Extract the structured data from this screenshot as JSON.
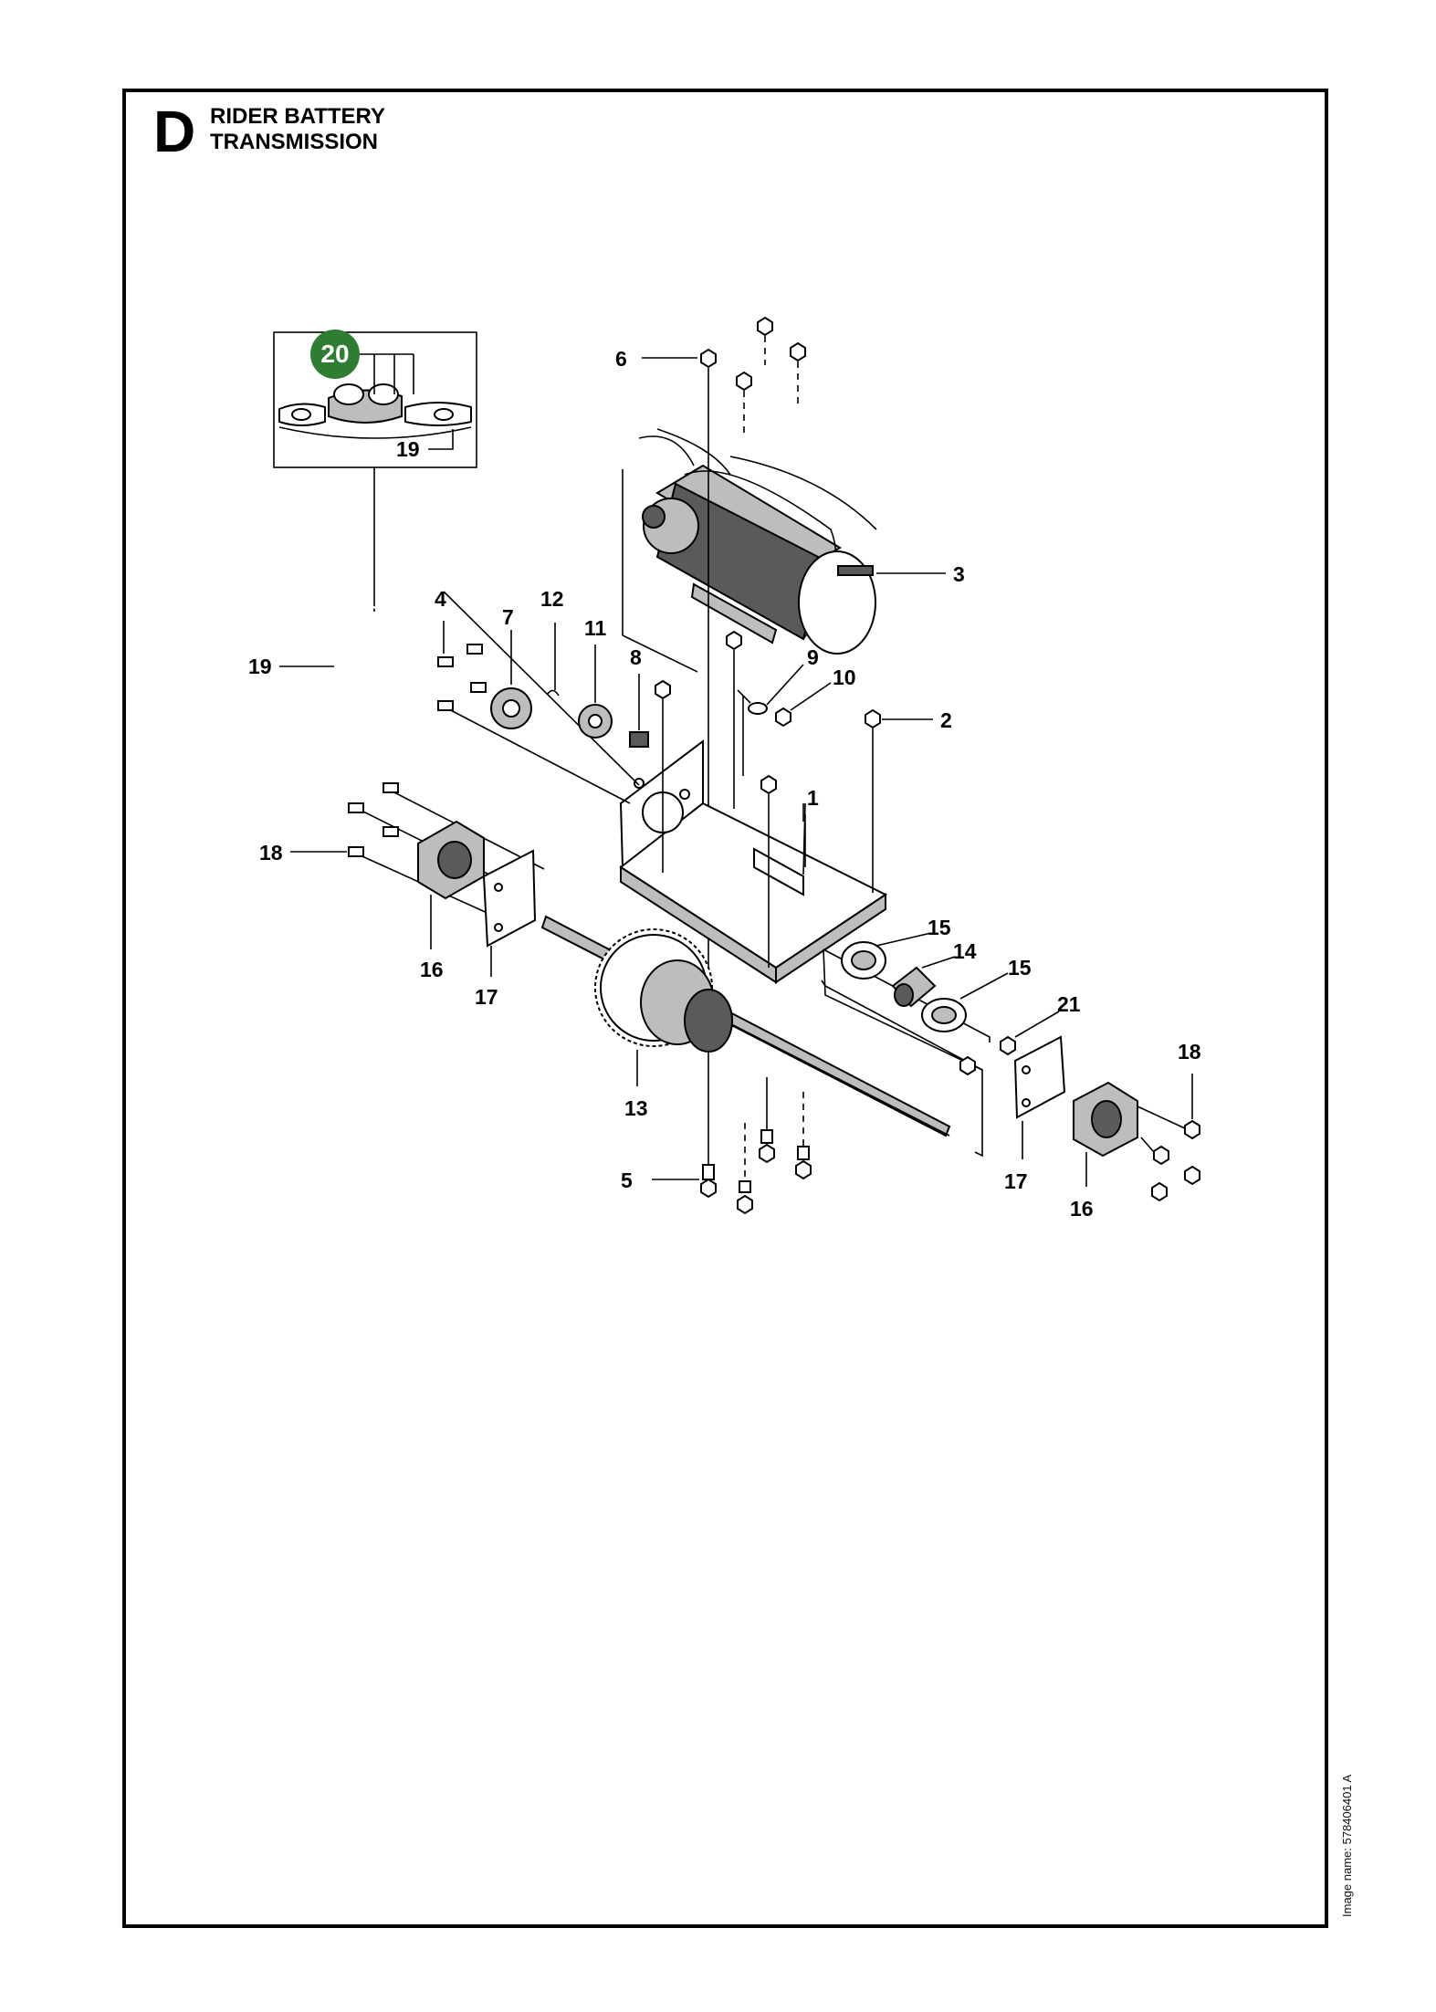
{
  "header": {
    "section_letter": "D",
    "title_line_1": "RIDER BATTERY",
    "title_line_2": "TRANSMISSION"
  },
  "footer": {
    "image_name": "Image name: 578406401 A"
  },
  "badge": {
    "label": "20",
    "color": "#2e7d32"
  },
  "callouts": {
    "c1": "1",
    "c2": "2",
    "c3": "3",
    "c4": "4",
    "c5": "5",
    "c6": "6",
    "c7": "7",
    "c8": "8",
    "c9": "9",
    "c10": "10",
    "c11": "11",
    "c12": "12",
    "c13": "13",
    "c14": "14",
    "c15a": "15",
    "c15b": "15",
    "c16a": "16",
    "c16b": "16",
    "c17a": "17",
    "c17b": "17",
    "c18a": "18",
    "c18b": "18",
    "c19a": "19",
    "c19b": "19",
    "c21": "21"
  }
}
